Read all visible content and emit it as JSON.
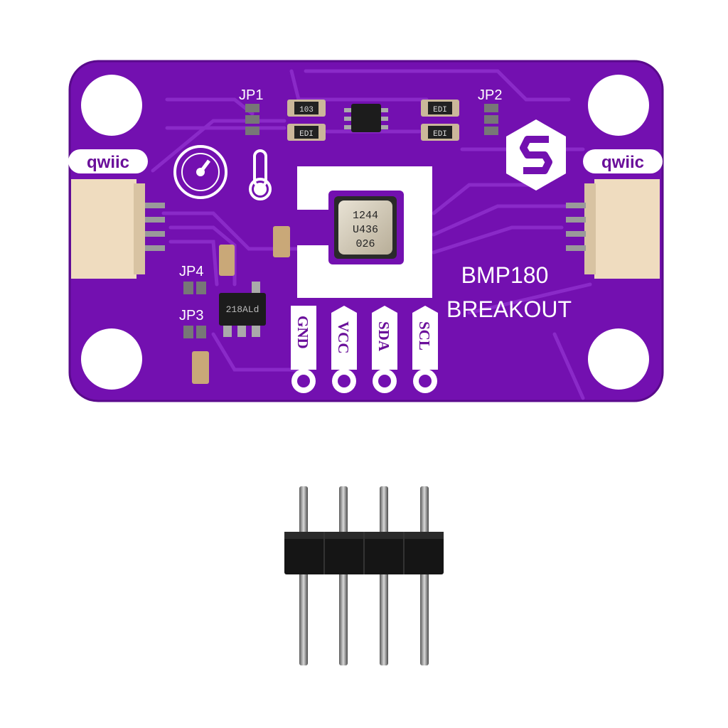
{
  "scene": "BMP180 breakout board with 4-pin header",
  "board": {
    "title_line1": "BMP180",
    "title_line2": "BREAKOUT",
    "connector_left_label": "qwiic",
    "connector_right_label": "qwiic",
    "jumpers": [
      "JP1",
      "JP2",
      "JP3",
      "JP4"
    ],
    "pins": [
      "GND",
      "VCC",
      "SDA",
      "SCL"
    ],
    "sensor_marking": [
      "1244",
      "U436",
      "026"
    ],
    "regulator_marking": "218ALd",
    "resistor_markings": [
      "103",
      "EDI",
      "EDI",
      "EDI"
    ]
  },
  "colors": {
    "pcb": "#7310b0",
    "pcb_dark": "#5a0a8c",
    "trace": "#8424c4",
    "silkscreen": "#ffffff",
    "connector": "#f0dcc0",
    "header_plastic": "#151515",
    "pin_metal": "#8a8a8a"
  },
  "icons": [
    "gauge-icon",
    "thermometer-icon",
    "brand-logo-icon"
  ]
}
